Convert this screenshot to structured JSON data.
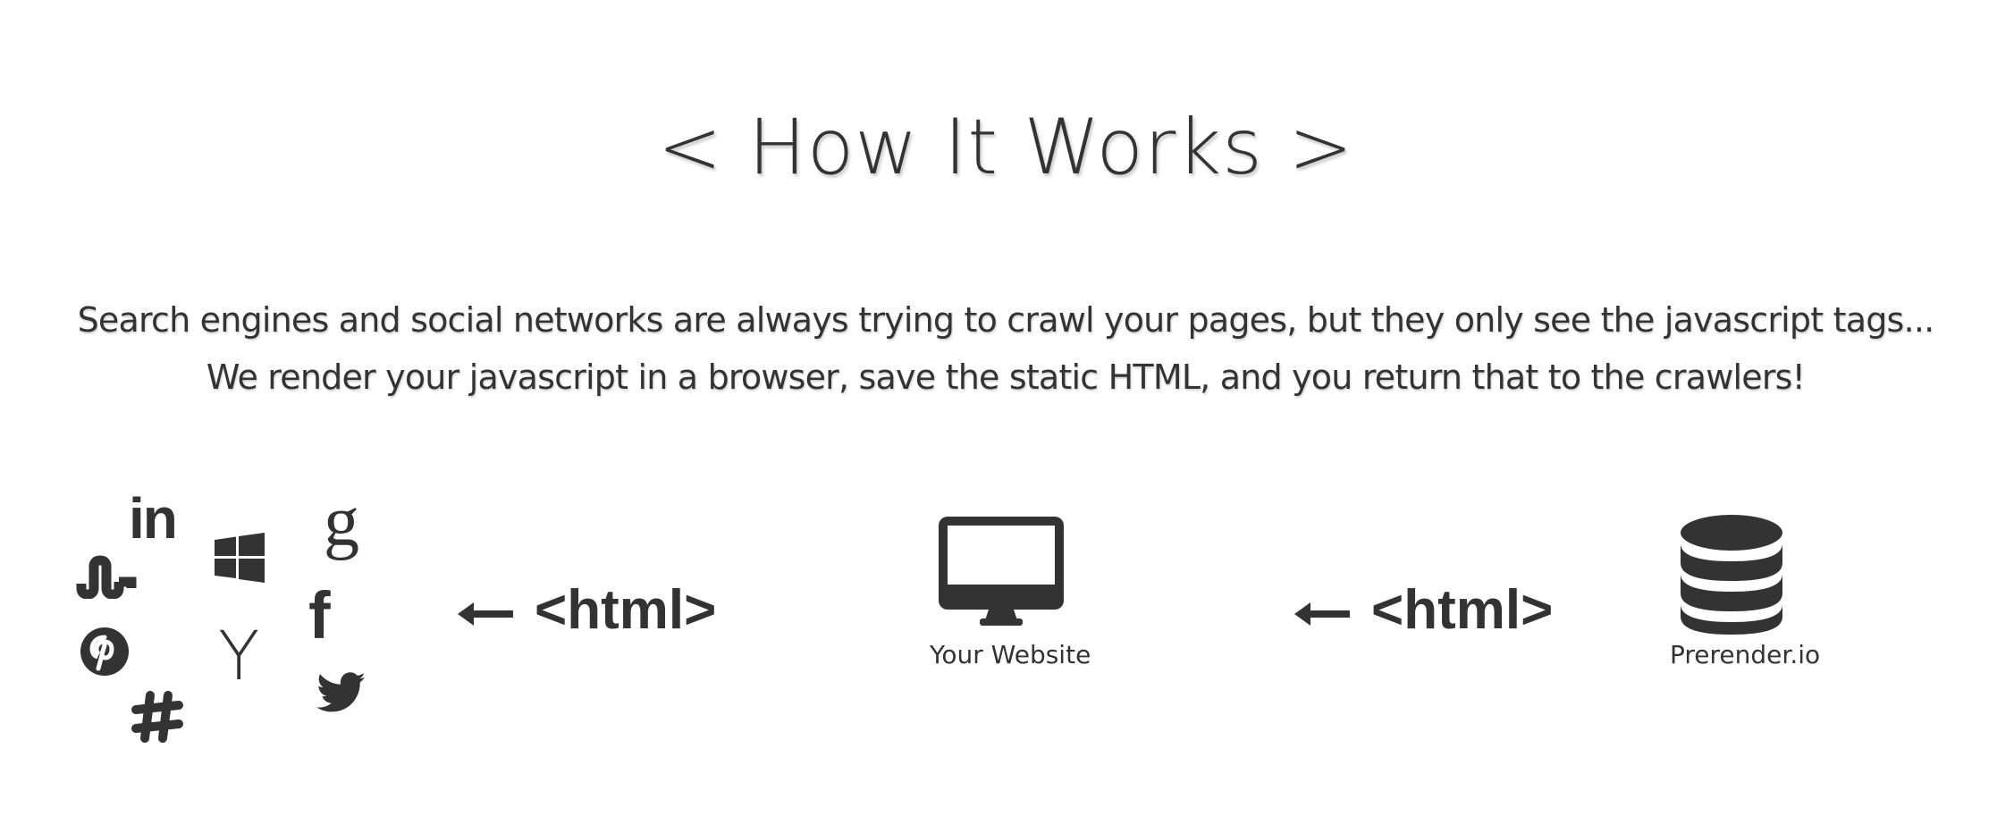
{
  "section": {
    "title": "< How It Works >",
    "description_line_1": "Search engines and social networks are always trying to crawl your pages, but they only see the javascript tags...",
    "description_line_2": "We render your javascript in a browser, save the static HTML, and you return that to the crawlers!"
  },
  "crawlers": {
    "icons": [
      "linkedin-icon",
      "windows-icon",
      "google-icon",
      "stumbleupon-icon",
      "facebook-icon",
      "pinterest-icon",
      "yahoo-icon",
      "twitter-icon",
      "slack-icon"
    ],
    "linkedin_text": "in",
    "google_text": "g",
    "facebook_text": "f",
    "yahoo_text": "Y"
  },
  "flow": {
    "left_arrow_label": "<html>",
    "right_arrow_label": "<html>",
    "website_caption": "Your Website",
    "prerender_caption": "Prerender.io"
  },
  "colors": {
    "text": "#333333",
    "background": "#ffffff"
  }
}
